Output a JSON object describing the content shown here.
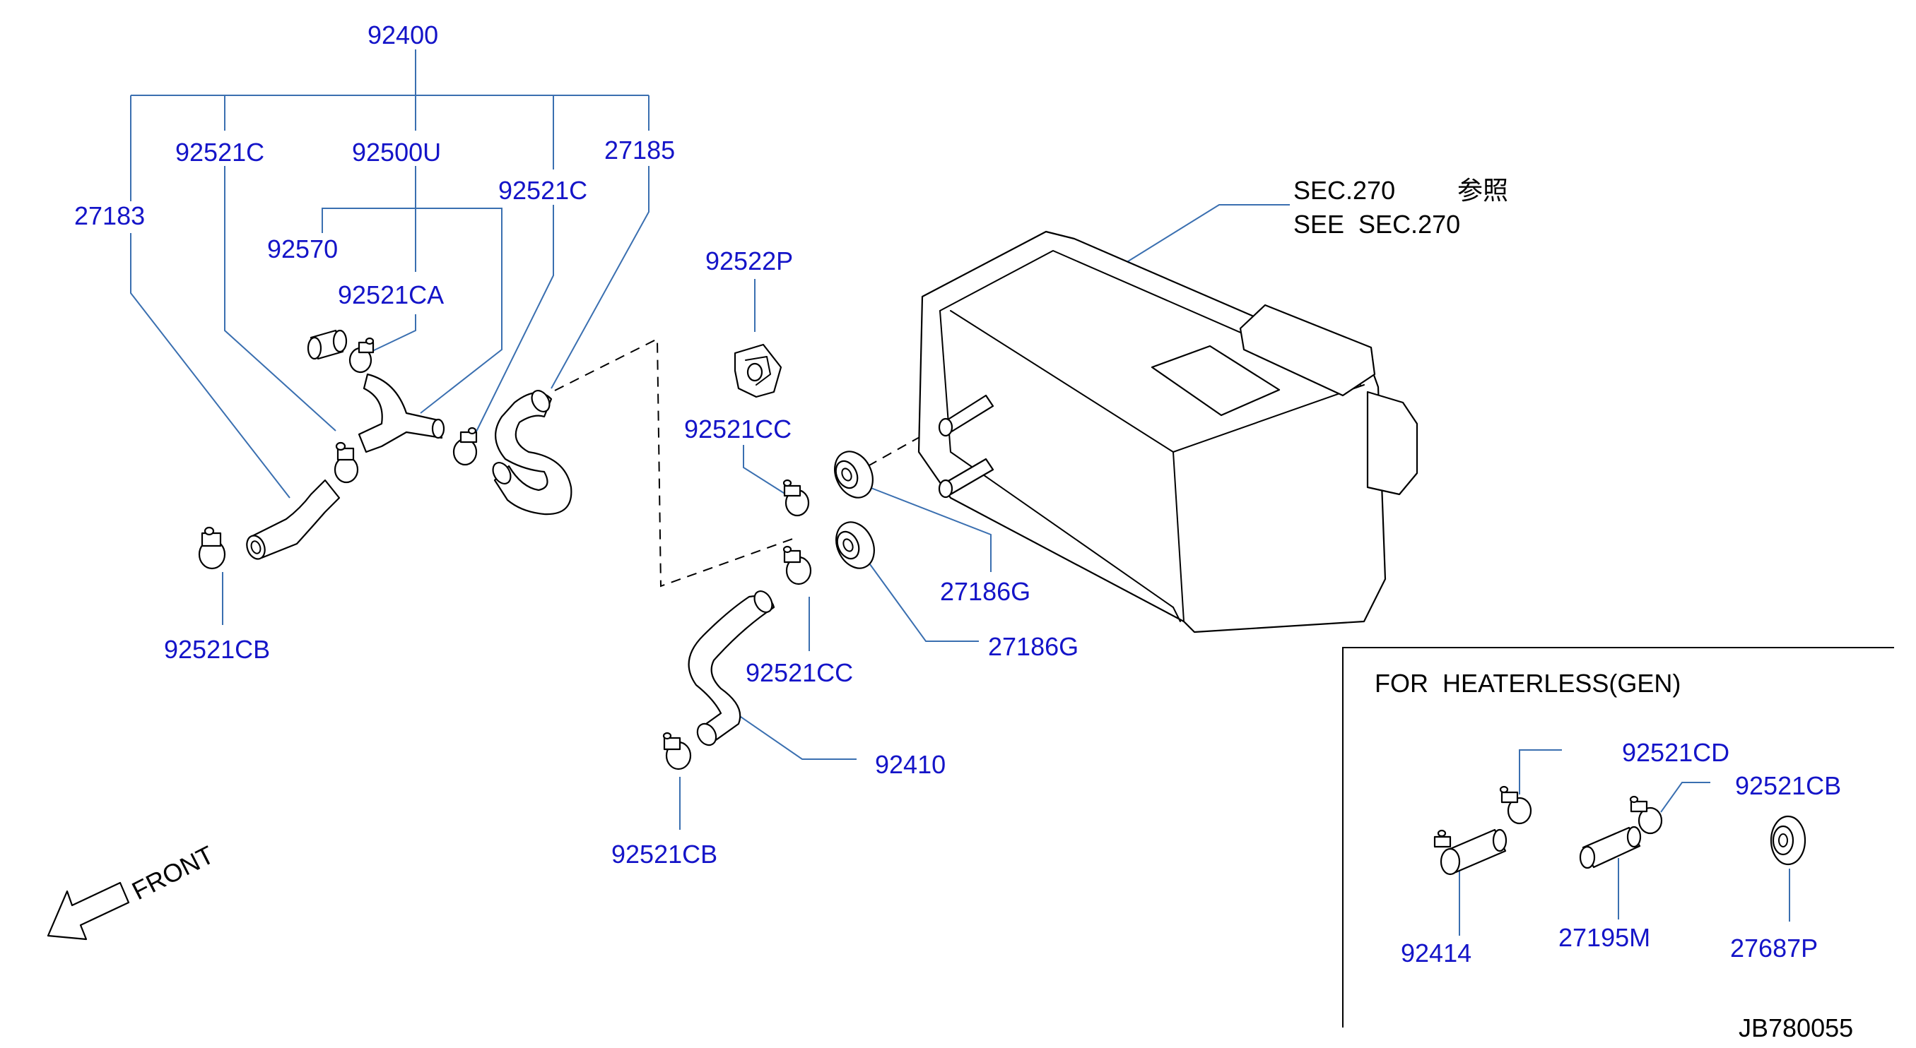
{
  "labels": {
    "p92400": "92400",
    "p92521C_a": "92521C",
    "p92500U": "92500U",
    "p92521C_b": "92521C",
    "p27185": "27185",
    "p27183": "27183",
    "p92570": "92570",
    "p92521CA": "92521CA",
    "p92522P": "92522P",
    "p92521CC_a": "92521CC",
    "p92521CC_b": "92521CC",
    "p27186G_a": "27186G",
    "p27186G_b": "27186G",
    "p92521CB_a": "92521CB",
    "p92521CB_b": "92521CB",
    "p92410": "92410",
    "p92521CD": "92521CD",
    "p92521CB_c": "92521CB",
    "p92414": "92414",
    "p27195M": "27195M",
    "p27687P": "27687P"
  },
  "notes": {
    "sec_line1": "SEC.270",
    "sec_kanji": "参照",
    "sec_line2": "SEE  SEC.270",
    "inset_title": "FOR  HEATERLESS(GEN)",
    "front": "FRONT",
    "diagram_id": "JB780055"
  },
  "colors": {
    "label_text": "#1414c8",
    "leader_line": "#3a6fb0",
    "part_outline": "#000000",
    "background": "#ffffff"
  },
  "icons": {
    "front_arrow": "front-arrow-icon"
  }
}
